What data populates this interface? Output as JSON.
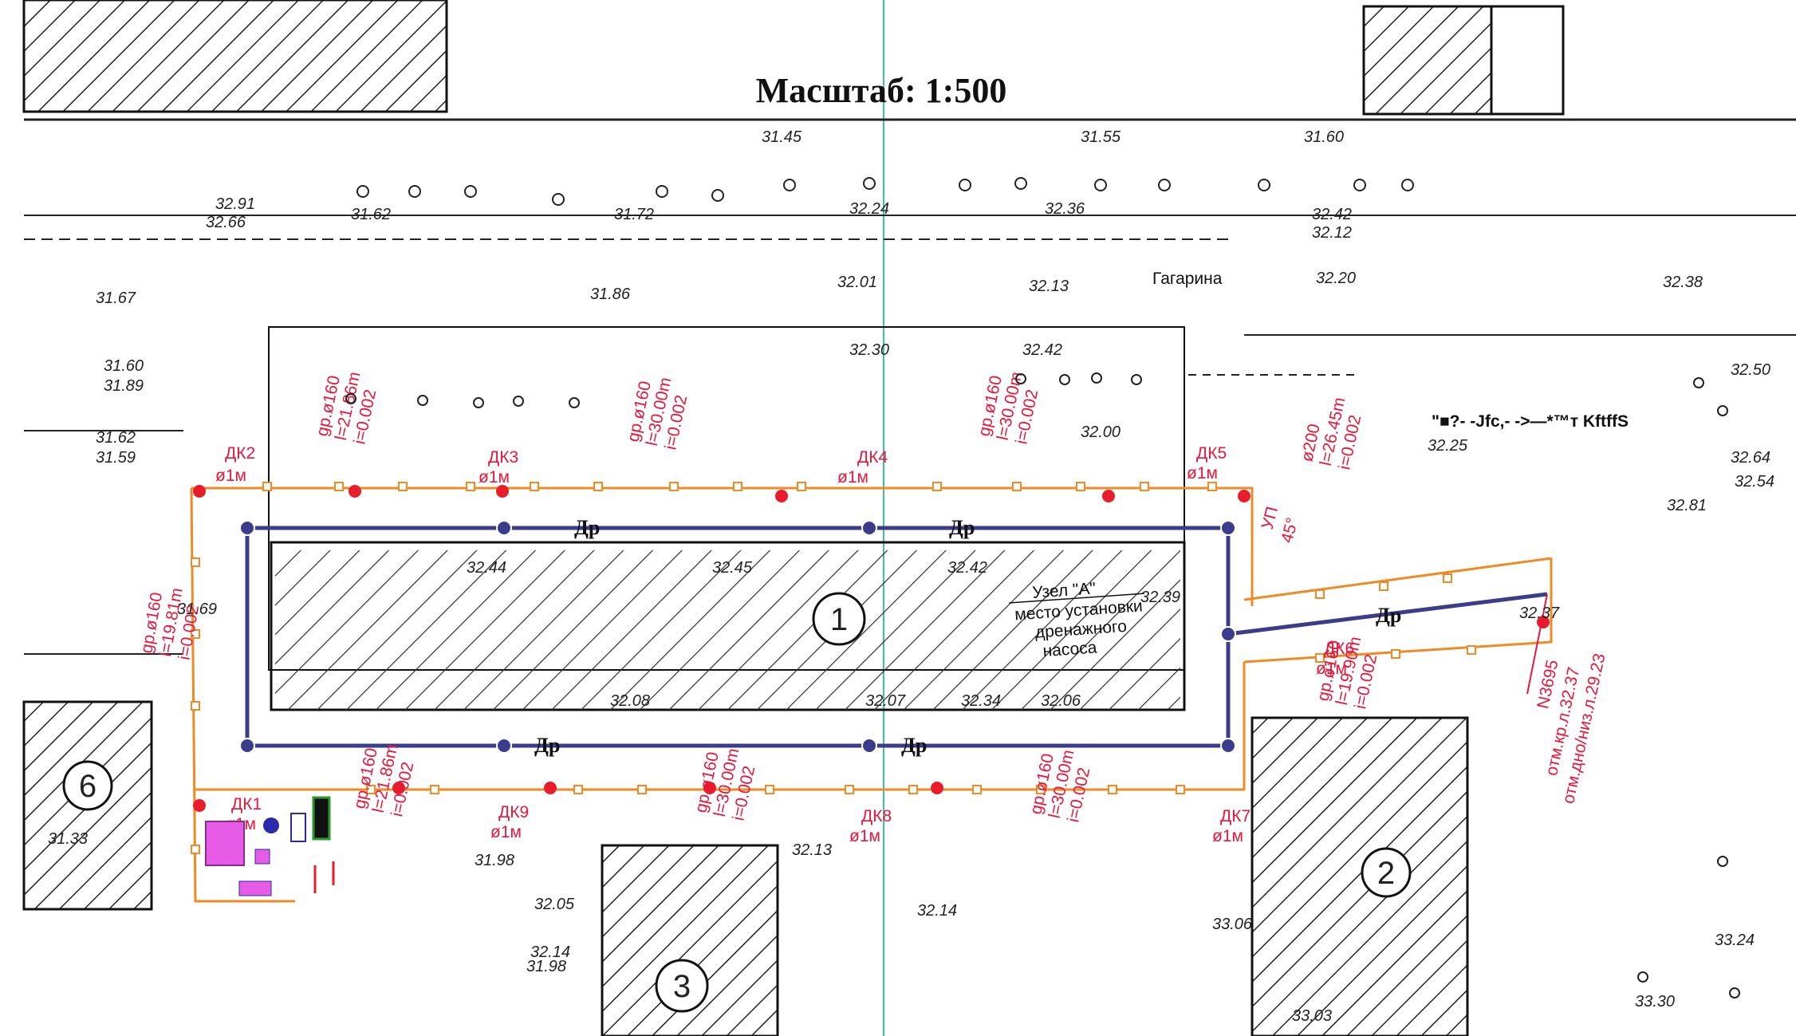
{
  "title": "Масштаб: 1:500",
  "buildings": [
    "1",
    "2",
    "3",
    "6"
  ],
  "street_label": "Гагарина",
  "distorted_text": "\"■?- -Jfc,- ->—*™т KftffS",
  "node_note": [
    "Узел \"А\"",
    "место установки",
    "дренажного",
    "насоса"
  ],
  "manholes": [
    {
      "name": "ДК1",
      "size": "ø1м"
    },
    {
      "name": "ДК2",
      "size": "ø1м"
    },
    {
      "name": "ДК3",
      "size": "ø1м"
    },
    {
      "name": "ДК4",
      "size": "ø1м"
    },
    {
      "name": "ДК5",
      "size": "ø1м"
    },
    {
      "name": "ДК6",
      "size": "ø1м"
    },
    {
      "name": "ДК7",
      "size": "ø1м"
    },
    {
      "name": "ДК8",
      "size": "ø1м"
    },
    {
      "name": "ДК9",
      "size": "ø1м"
    }
  ],
  "pipe_labels": [
    {
      "d": "gр.ø160",
      "l": "l=21.86m",
      "i": "i=0.002"
    },
    {
      "d": "gр.ø160",
      "l": "l=30.00m",
      "i": "i=0.002"
    },
    {
      "d": "gр.ø160",
      "l": "l=30.00m",
      "i": "i=0.002"
    },
    {
      "d": "ø200",
      "l": "l=26.45m",
      "i": "i=0.002"
    },
    {
      "d": "gр.ø160",
      "l": "l=19.81m",
      "i": "i=0.002"
    },
    {
      "d": "gр.ø160",
      "l": "l=19.90m",
      "i": "i=0.002"
    },
    {
      "d": "gр.ø160",
      "l": "l=21.86m",
      "i": "i=0.002"
    },
    {
      "d": "gр.ø160",
      "l": "l=30.00m",
      "i": "i=0.002"
    },
    {
      "d": "gр.ø160",
      "l": "l=30.00m",
      "i": "i=0.002"
    }
  ],
  "angle": {
    "name": "УП",
    "value": "45°"
  },
  "well": {
    "id": "N3695",
    "top": "отм.кр.л.32.37",
    "bottom": "отм.дно/низ.л.29.23"
  },
  "drain_mark": "Др",
  "elevations": [
    "31.62",
    "31.72",
    "31.86",
    "31.67",
    "31.60",
    "31.89",
    "31.62",
    "31.59",
    "31.69",
    "32.01",
    "32.13",
    "32.20",
    "32.30",
    "32.42",
    "32.45",
    "32.42",
    "32.44",
    "32.08",
    "32.07",
    "32.34",
    "32.06",
    "32.13",
    "31.98",
    "32.37",
    "32.39",
    "32.81",
    "32.50",
    "32.64",
    "32.54",
    "31.45",
    "31.55",
    "31.60",
    "32.24",
    "32.36",
    "32.42",
    "32.12",
    "32.38",
    "32.25",
    "32.00",
    "31.98",
    "32.05",
    "32.14",
    "31.33",
    "32.91",
    "32.66",
    "33.03",
    "33.30",
    "33.24",
    "33.06",
    "32.14"
  ]
}
